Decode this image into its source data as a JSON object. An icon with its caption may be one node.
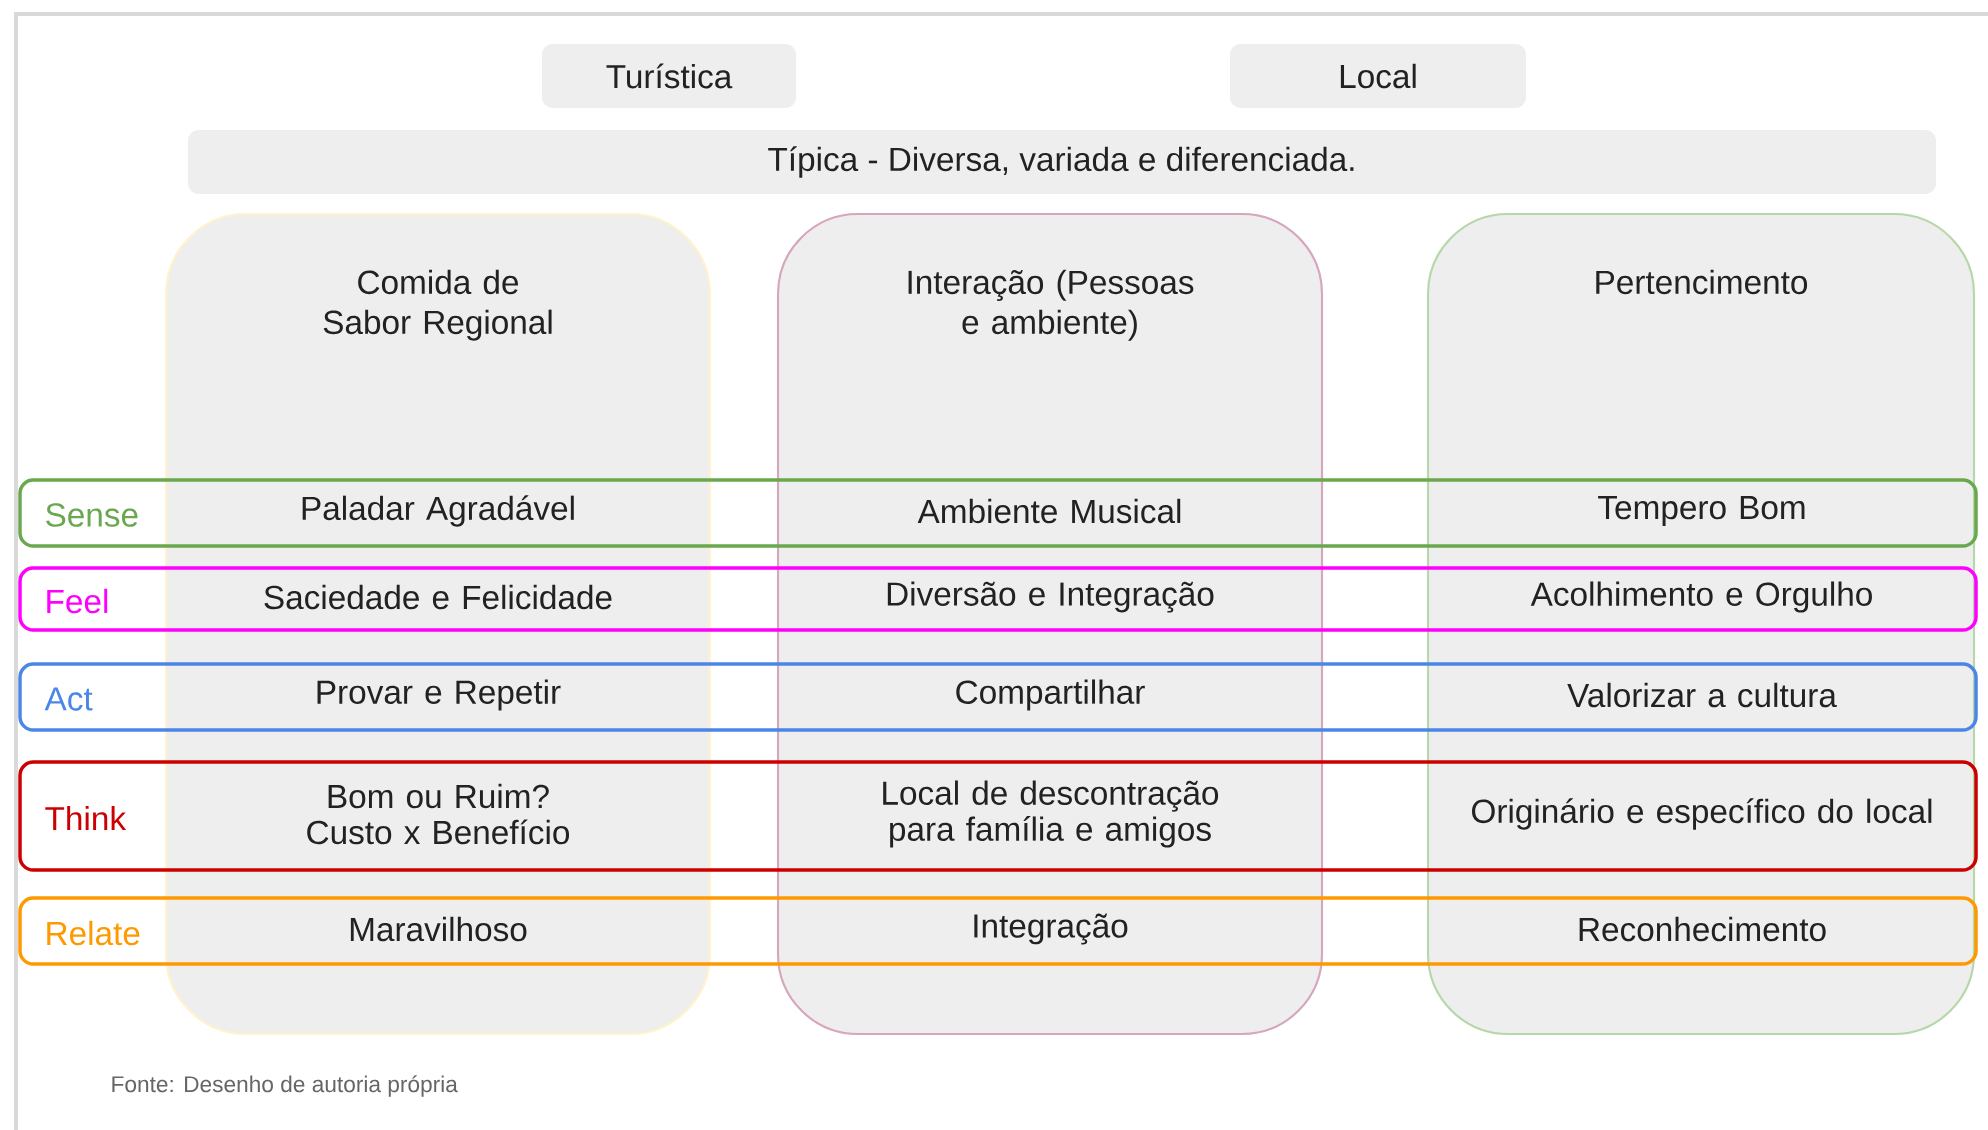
{
  "diagram": {
    "nodes": [
      {
        "text": [
          "Turística"
        ]
      },
      {
        "text": [
          "Local"
        ]
      },
      {
        "text": [
          "Típica - Diversa, variada e diferenciada."
        ]
      },
      {
        "text": [
          "Comida de Sabor Regional"
        ]
      },
      {
        "text": [
          "Interação (Pessoas e ambiente)"
        ]
      },
      {
        "text": [
          "Pertencimento"
        ]
      },
      {
        "text": [
          "Sense",
          "Paladar Agradável",
          "Ambiente Musical",
          "Tempero Bom"
        ]
      },
      {
        "text": [
          "Feel",
          "Saciedade e Felicidade",
          "Diversão e Integração",
          "Acolhimento e Orgulho"
        ]
      },
      {
        "text": [
          "Act",
          "Provar e Repetir",
          "Compartilhar",
          "Valorizar a cultura"
        ]
      },
      {
        "text": [
          "Think",
          "Bom ou Ruim? Custo x Benefício",
          "Local de descontração para família e amigos",
          "Originário e específico do local"
        ]
      },
      {
        "text": [
          "Relate",
          "Maravilhoso",
          "Integração",
          "Reconhecimento"
        ]
      }
    ],
    "caption": "Fonte: Desenho de autoria própria"
  }
}
